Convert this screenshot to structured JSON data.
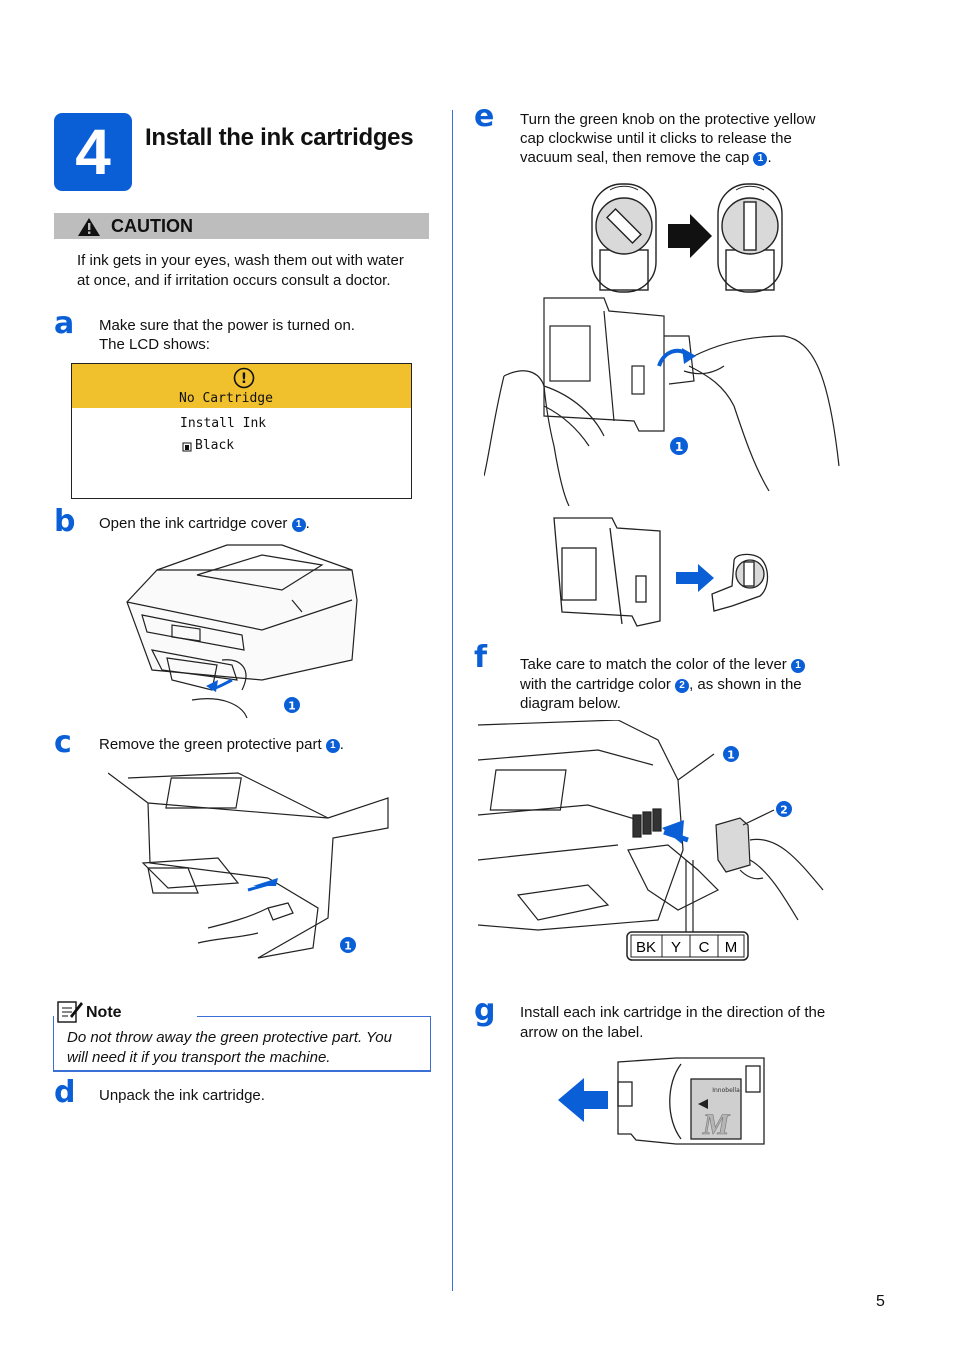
{
  "header": {
    "step_number": "4",
    "title": "Install the ink cartridges"
  },
  "caution": {
    "label": "CAUTION",
    "text_1": "If ink gets in your eyes, wash them out with water",
    "text_2": "at once, and if irritation occurs consult a doctor."
  },
  "steps": {
    "a": {
      "letter": "a",
      "line_1": "Make sure that the power is turned on.",
      "line_2": "The LCD shows:"
    },
    "b": {
      "letter": "b",
      "text": "Open the ink cartridge cover",
      "callout": "1",
      "end": "."
    },
    "c": {
      "letter": "c",
      "text": "Remove the green protective part",
      "callout": "1",
      "end": "."
    },
    "d": {
      "letter": "d",
      "text": "Unpack the ink cartridge."
    },
    "e": {
      "letter": "e",
      "line_1": "Turn the green knob on the protective yellow",
      "line_2": "cap clockwise until it clicks to release the",
      "line_3": "vacuum seal, then remove the cap",
      "callout": "1",
      "end": "."
    },
    "f": {
      "letter": "f",
      "line_1": "Take care to match the color of the lever",
      "callout_1": "1",
      "line_2": "with the cartridge color",
      "callout_2": "2",
      "line_2_end": ", as shown in the",
      "line_3": "diagram below."
    },
    "g": {
      "letter": "g",
      "line_1": "Install each ink cartridge in the direction of the",
      "line_2": "arrow on the label."
    }
  },
  "lcd": {
    "alert_icon": "!",
    "line_1": "No Cartridge",
    "line_2": "Install Ink",
    "line_3": "Black"
  },
  "note": {
    "label": "Note",
    "text_1": "Do not throw away the green protective part. You",
    "text_2": "will need it if you transport the machine."
  },
  "figures": {
    "callout_b": "1",
    "callout_c": "1",
    "callout_e": "1",
    "callout_f1": "1",
    "callout_f2": "2",
    "color_labels": [
      "BK",
      "Y",
      "C",
      "M"
    ],
    "cartridge_letter": "M",
    "cartridge_label": "Innobella"
  },
  "page_number": "5",
  "colors": {
    "brand_blue": "#0a5fd7",
    "lcd_yellow": "#f0c02d",
    "caution_gray": "#bdbdbd"
  }
}
